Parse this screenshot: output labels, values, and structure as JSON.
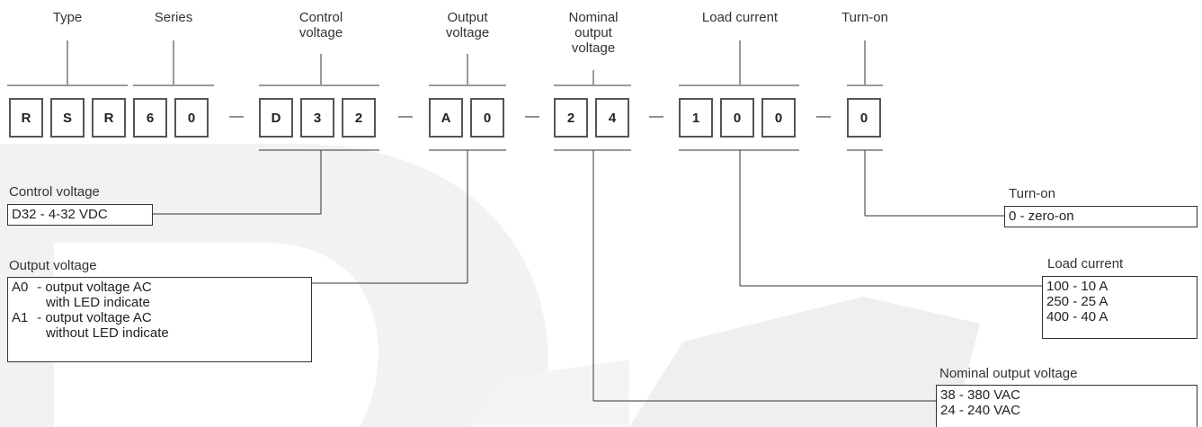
{
  "diagram": {
    "headers": {
      "type": "Type",
      "series": "Series",
      "control_voltage": "Control\nvoltage",
      "output_voltage": "Output\nvoltage",
      "nominal_output_voltage": "Nominal\noutput\nvoltage",
      "load_current": "Load current",
      "turn_on": "Turn-on"
    },
    "code": {
      "type": [
        "R",
        "S",
        "R"
      ],
      "series": [
        "6",
        "0"
      ],
      "control_voltage": [
        "D",
        "3",
        "2"
      ],
      "output_voltage": [
        "A",
        "0"
      ],
      "nominal_output_voltage": [
        "2",
        "4"
      ],
      "load_current": [
        "1",
        "0",
        "0"
      ],
      "turn_on": [
        "0"
      ],
      "separator": "—"
    },
    "options": {
      "control_voltage": {
        "title": "Control voltage",
        "items": [
          {
            "code": "D32",
            "desc": "- 4-32 VDC"
          }
        ]
      },
      "output_voltage": {
        "title": "Output voltage",
        "items": [
          {
            "code": "A0",
            "desc": "- output voltage AC",
            "desc2": "with LED indicate"
          },
          {
            "code": "A1",
            "desc": "- output voltage AC",
            "desc2": "without LED indicate"
          }
        ]
      },
      "turn_on": {
        "title": "Turn-on",
        "items": [
          {
            "code": "0",
            "desc": "- zero-on"
          }
        ]
      },
      "load_current": {
        "title": "Load current",
        "items": [
          {
            "code": "100",
            "desc": "- 10 A"
          },
          {
            "code": "250",
            "desc": "- 25 A"
          },
          {
            "code": "400",
            "desc": "- 40 A"
          }
        ]
      },
      "nominal_output_voltage": {
        "title": "Nominal output voltage",
        "items": [
          {
            "code": "38",
            "desc": "- 380 VAC"
          },
          {
            "code": "24",
            "desc": "- 240 VAC"
          }
        ]
      }
    }
  }
}
